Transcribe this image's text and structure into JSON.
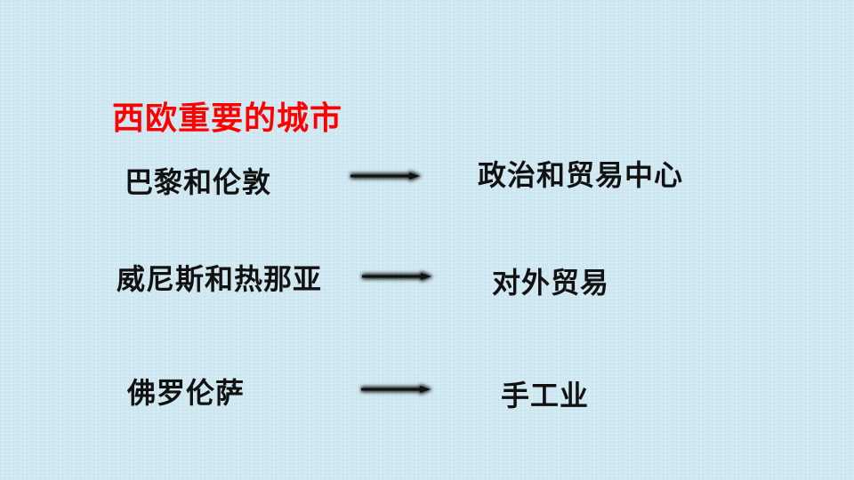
{
  "title": "西欧重要的城市",
  "rows": [
    {
      "city": "巴黎和伦敦",
      "role": "政治和贸易中心"
    },
    {
      "city": "威尼斯和热那亚",
      "role": "对外贸易"
    },
    {
      "city": "佛罗伦萨",
      "role": "手工业"
    }
  ],
  "colors": {
    "title": "#ff0000",
    "text": "#111111",
    "arrow": "#111111",
    "background": "#cfe8f2"
  }
}
